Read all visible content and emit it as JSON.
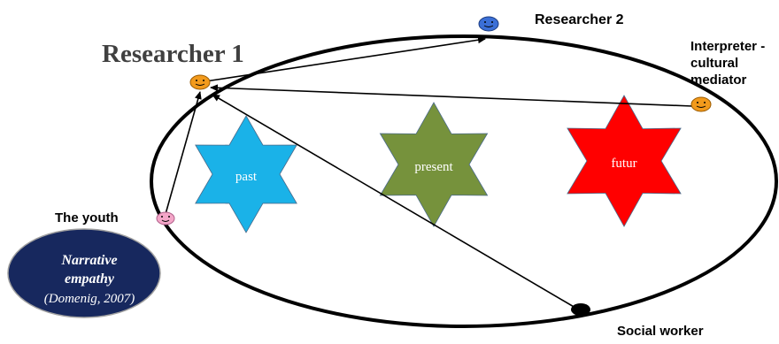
{
  "labels": {
    "researcher1": "Researcher 1",
    "researcher2": "Researcher 2",
    "interpreter": "Interpreter -\ncultural\nmediator",
    "interpreter_lines": [
      "Interpreter -",
      "cultural",
      "mediator"
    ],
    "youth": "The youth",
    "social_worker": "Social worker"
  },
  "stars": [
    {
      "id": "past",
      "label": "past",
      "color": "#1ab2e8"
    },
    {
      "id": "present",
      "label": "present",
      "color": "#76923c"
    },
    {
      "id": "futur",
      "label": "futur",
      "color": "#ff0000"
    }
  ],
  "badge": {
    "line1": "Narrative",
    "line2": "empathy",
    "line3": "(Domenig, 2007)",
    "color": "#17285e"
  },
  "colors": {
    "researcher1_face": "#f29a1c",
    "researcher2_face": "#3b6fd6",
    "interpreter_face": "#f29a1c",
    "youth_face": "#f4a6c8",
    "social_worker_face": "#000000",
    "ellipse_stroke": "#000000"
  }
}
